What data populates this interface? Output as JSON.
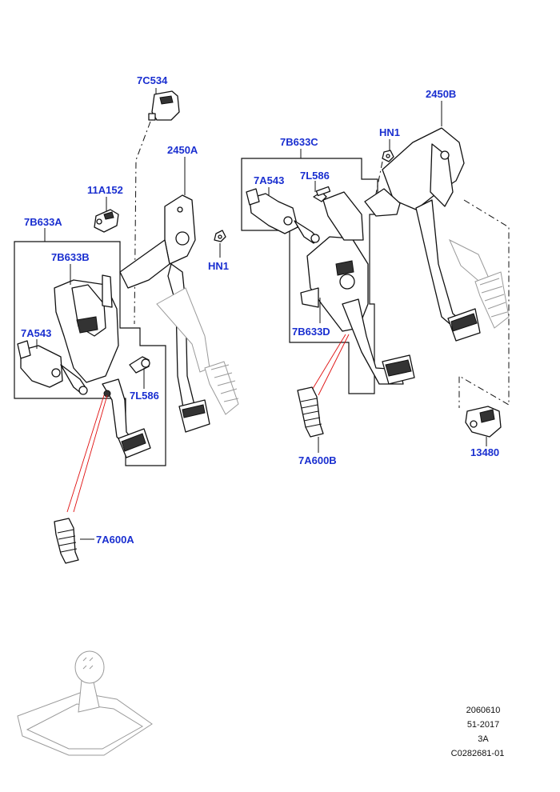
{
  "callouts": {
    "c_7C534": "7C534",
    "c_2450A": "2450A",
    "c_11A152": "11A152",
    "c_7B633A": "7B633A",
    "c_7B633B": "7B633B",
    "c_HN1_left": "HN1",
    "c_7A543_left": "7A543",
    "c_7L586_left": "7L586",
    "c_7A600A": "7A600A",
    "c_7B633C": "7B633C",
    "c_7A543_right": "7A543",
    "c_7L586_right": "7L586",
    "c_HN1_right": "HN1",
    "c_2450B": "2450B",
    "c_7B633D": "7B633D",
    "c_7A600B": "7A600B",
    "c_13480": "13480"
  },
  "footer": {
    "line1": "2060610",
    "line2": "51-2017",
    "line3": "3A",
    "line4": "C0282681-01"
  },
  "colors": {
    "callout": "#1a2fd0",
    "linework": "#111111",
    "red_leader": "#e01010"
  }
}
